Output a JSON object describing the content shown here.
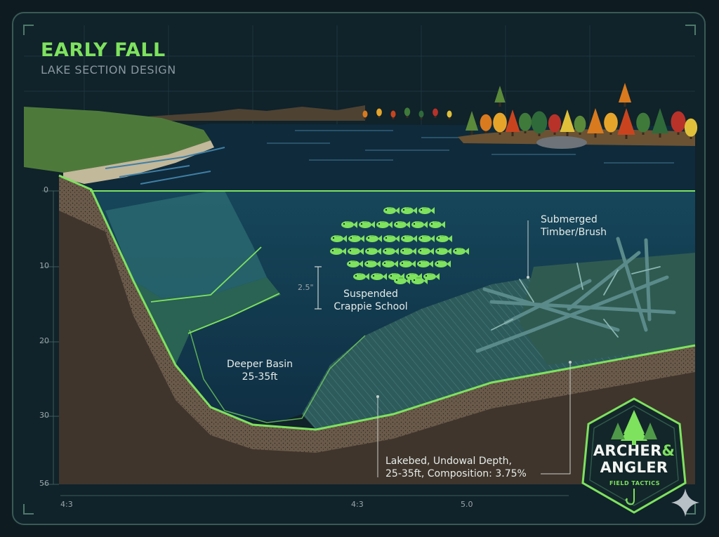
{
  "header": {
    "title": "EARLY FALL",
    "subtitle": "LAKE SECTION DESIGN"
  },
  "depth_scale": {
    "ticks": [
      "0",
      "10",
      "20",
      "30",
      "56"
    ]
  },
  "bottom_scale": {
    "ticks": [
      "4:3",
      "4:3",
      "5.0"
    ]
  },
  "labels": {
    "fish_size": "2.5\"",
    "crappie_line1": "Suspended",
    "crappie_line2": "Crappie School",
    "basin_line1": "Deeper Basin",
    "basin_line2": "25-35ft",
    "timber_line1": "Submerged",
    "timber_line2": "Timber/Brush",
    "lakebed_line1": "Lakebed, Undowal Depth,",
    "lakebed_line2": "25-35ft, Composition: 3.75%"
  },
  "badge": {
    "line1_a": "ARCHER",
    "line1_b": "&",
    "line2": "ANGLER",
    "line3": "FIELD TACTICS"
  },
  "colors": {
    "accent": "#7ee25e",
    "background": "#0e1c22",
    "water": "#123c52",
    "sediment": "#5a4a3e"
  },
  "icons": [
    "pine-tree-icon",
    "fish-icon",
    "fish-hook-icon",
    "sparkle-icon"
  ]
}
